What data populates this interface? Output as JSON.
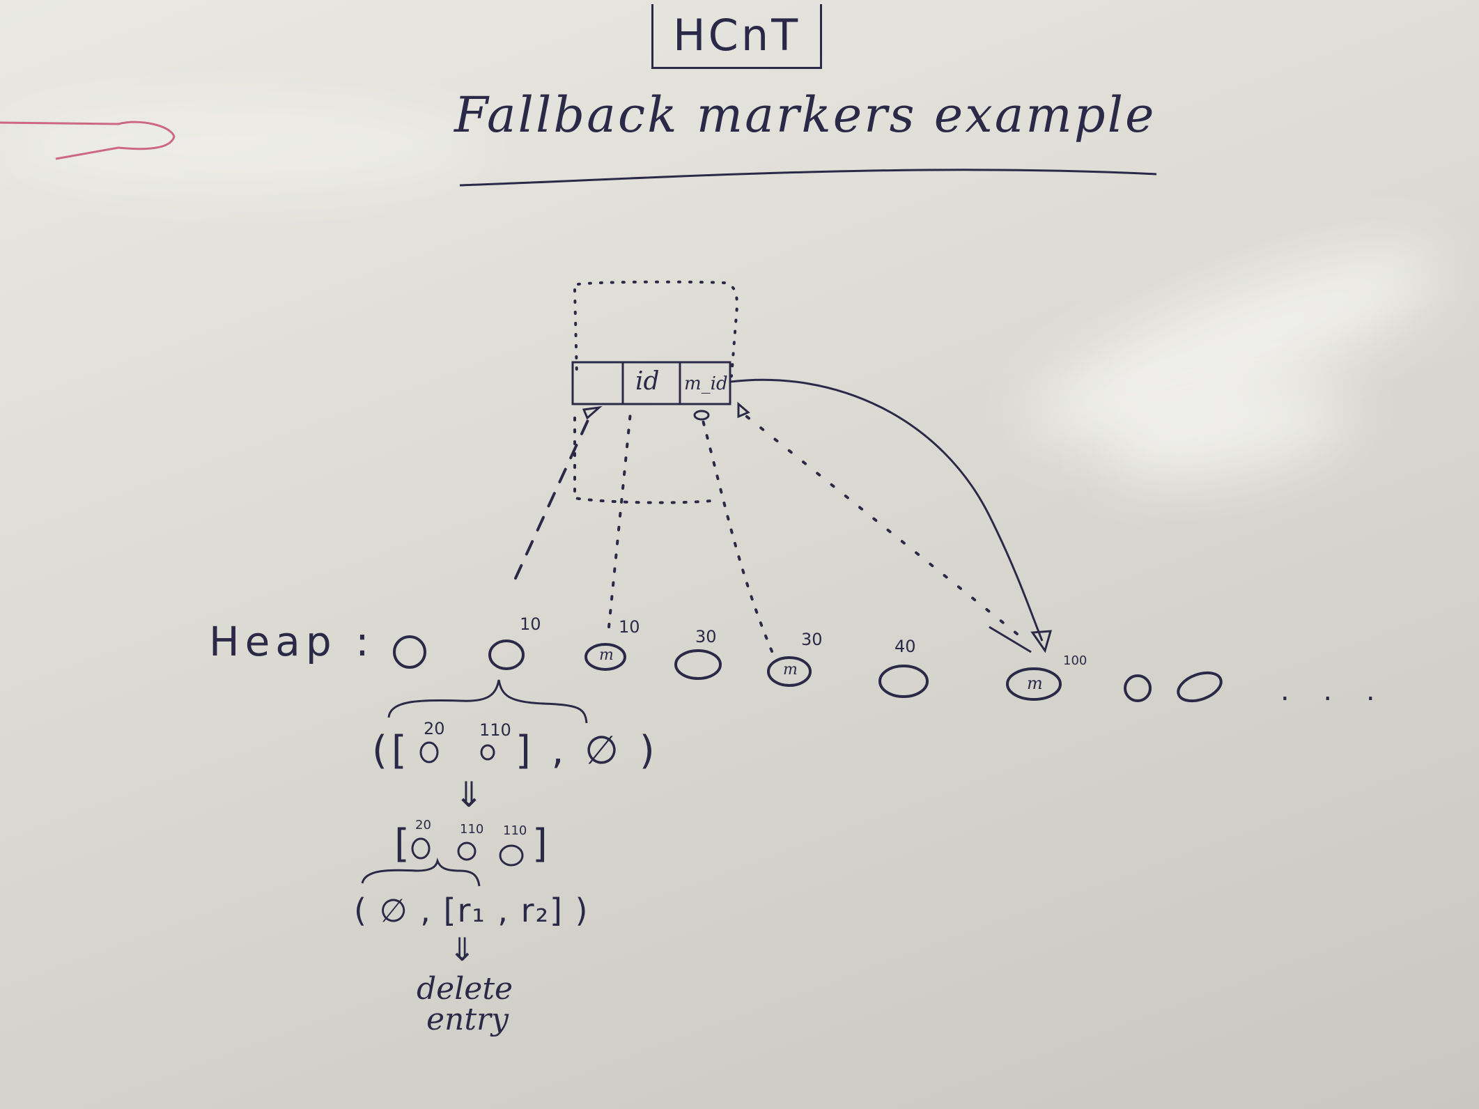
{
  "header": {
    "box_title": "HCnT",
    "subtitle": "Fallback markers example"
  },
  "struct": {
    "cells": [
      "",
      "id",
      "m_id"
    ]
  },
  "heap": {
    "label": "Heap :",
    "marker_glyph": "m",
    "nodes": [
      {
        "value": "",
        "marker": false
      },
      {
        "value": "10",
        "marker": false
      },
      {
        "value": "10",
        "marker": true
      },
      {
        "value": "30",
        "marker": false
      },
      {
        "value": "30",
        "marker": true
      },
      {
        "value": "40",
        "marker": false
      },
      {
        "value": "100",
        "marker": true
      }
    ],
    "ellipsis": ". . ."
  },
  "expansion": {
    "tuple_1": {
      "open": "([",
      "value_a": "20",
      "value_b": "110",
      "close": "] , ∅ )"
    },
    "arrow": "⇓",
    "list": {
      "open": "[",
      "value_a": "20",
      "value_b": "110",
      "value_c": "110",
      "close": "]"
    },
    "tuple_2": "( ∅ , [r₁ , r₂] )",
    "arrow_2": "⇓",
    "result_line1": "delete",
    "result_line2": "entry"
  },
  "colors": {
    "ink": "#2a2a48",
    "board": "#deddd5",
    "red_mark": "#c0305a"
  }
}
